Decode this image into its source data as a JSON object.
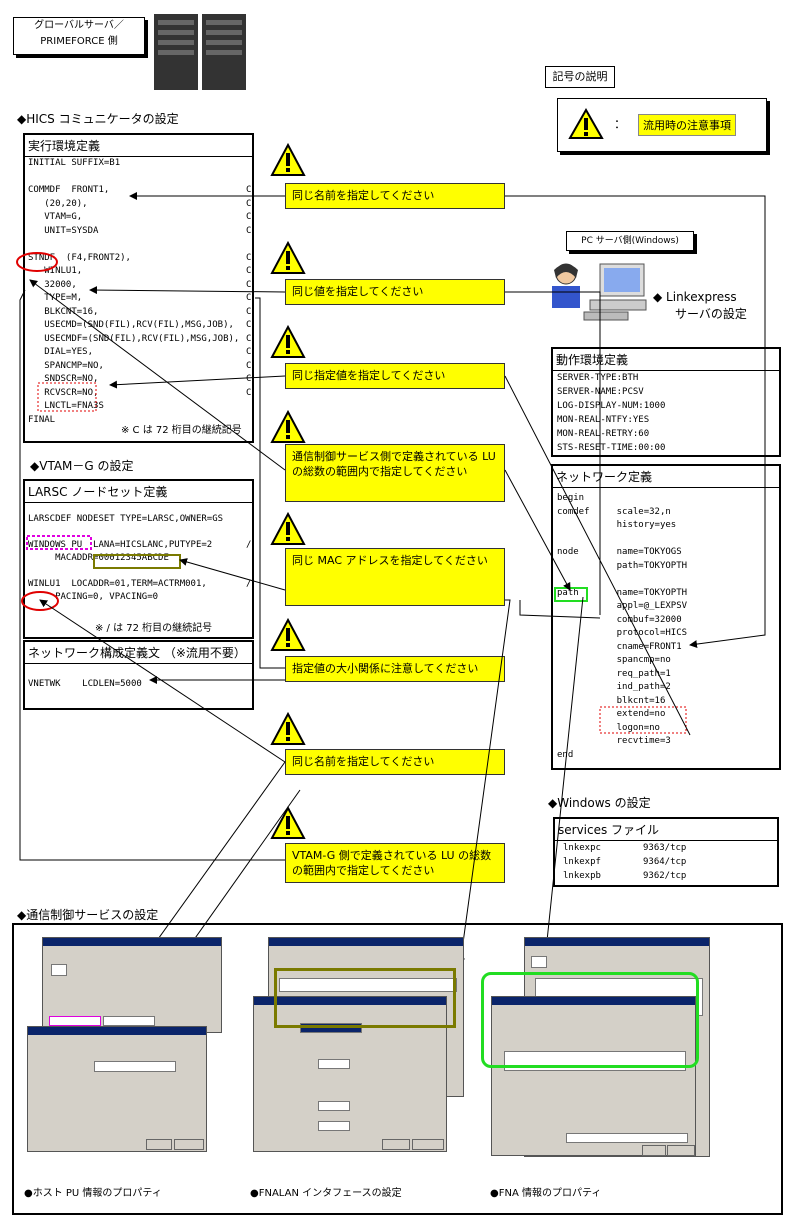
{
  "header": {
    "global_server_line1": "グローバルサーバ／",
    "global_server_line2": "PRIMEFORCE 側"
  },
  "legend": {
    "title": "記号の説明",
    "colon": "：",
    "caution": "流用時の注意事項"
  },
  "hics_title": "◆HICS コミュニケータの設定",
  "exec_env": {
    "title": "実行環境定義",
    "lines": [
      "INITIAL SUFFIX=B1",
      "",
      "COMMDF  FRONT1,",
      "   (20,20),",
      "   VTAM=G,",
      "   UNIT=SYSDA",
      "",
      "STNDF  (F4,FRONT2),",
      "   WINLU1,",
      "   32000,",
      "   TYPE=M,",
      "   BLKCNT=16,",
      "   USECMD=(SND(FIL),RCV(FIL),MSG,JOB),",
      "   USECMDF=(SND(FIL),RCV(FIL),MSG,JOB),",
      "   DIAL=YES,",
      "   SPANCMP=NO,",
      "   SNDSCR=NO,",
      "   RCVSCR=NO,",
      "   LNCTL=FNA3S",
      "FINAL"
    ],
    "cont": "C",
    "note": "※ C は 72 桁目の継続記号"
  },
  "vtam_title": "◆VTAM－G の設定",
  "larsc": {
    "title": "LARSC ノードセット定義",
    "lines": [
      "LARSCDEF NODESET TYPE=LARSC,OWNER=GS",
      "",
      "WINDOWS PU  LANA=HICSLANC,PUTYPE=2",
      "     MACADDR=00012345ABCDE",
      "",
      "WINLU1  LOCADDR=01,TERM=ACTRM001,",
      "     PACING=0, VPACING=0"
    ],
    "cont": "/",
    "note": "※ / は 72 桁目の継続記号"
  },
  "netconf": {
    "title": "ネットワーク構成定義文 （※流用不要）",
    "line": "VNETWK    LCDLEN=5000"
  },
  "notes": [
    "同じ名前を指定してください",
    "同じ値を指定してください",
    "同じ指定値を指定してください",
    "通信制御サービス側で定義されている LU の総数の範囲内で指定してください",
    "同じ MAC アドレスを指定してください",
    "指定値の大小関係に注意してください",
    "同じ名前を指定してください",
    "VTAM-G 側で定義されている LU の総数の範囲内で指定してください"
  ],
  "pc": {
    "label": "PC サーバ側(Windows)",
    "caption_line1": "◆ Linkexpress",
    "caption_line2": "サーバの設定"
  },
  "op_env": {
    "title": "動作環境定義",
    "lines": [
      "SERVER-TYPE:BTH",
      "SERVER-NAME:PCSV",
      "LOG-DISPLAY-NUM:1000",
      "MON-REAL-NTFY:YES",
      "MON-REAL-RETRY:60",
      "STS-RESET-TIME:00:00"
    ]
  },
  "net_def": {
    "title": "ネットワーク定義",
    "lines": [
      "begin",
      "comdef     scale=32,n",
      "           history=yes",
      "",
      "node       name=TOKYOGS",
      "           path=TOKYOPTH",
      "",
      "path       name=TOKYOPTH",
      "           appl=@_LEXPSV",
      "           combuf=32000",
      "           protocol=HICS",
      "           cname=FRONT1",
      "           spancmp=no",
      "           req_path=1",
      "           ind_path=2",
      "           blkcnt=16",
      "           extend=no",
      "           logon=no",
      "           recvtime=3",
      "end"
    ]
  },
  "windows_title": "◆Windows の設定",
  "services": {
    "title": "services ファイル",
    "rows": [
      [
        "lnkexpc",
        "9363/tcp"
      ],
      [
        "lnkexpf",
        "9364/tcp"
      ],
      [
        "lnkexpb",
        "9362/tcp"
      ]
    ]
  },
  "comm_title": "◆通信制御サービスの設定",
  "captions": [
    "●ホスト PU 情報のプロパティ",
    "●FNALAN インタフェースの設定",
    "●FNA 情報のプロパティ"
  ],
  "colors": {
    "yellow": "#ffff00",
    "red": "#e00000",
    "magenta": "#e000e0",
    "olive": "#7a7a00",
    "green": "#22dd22"
  }
}
